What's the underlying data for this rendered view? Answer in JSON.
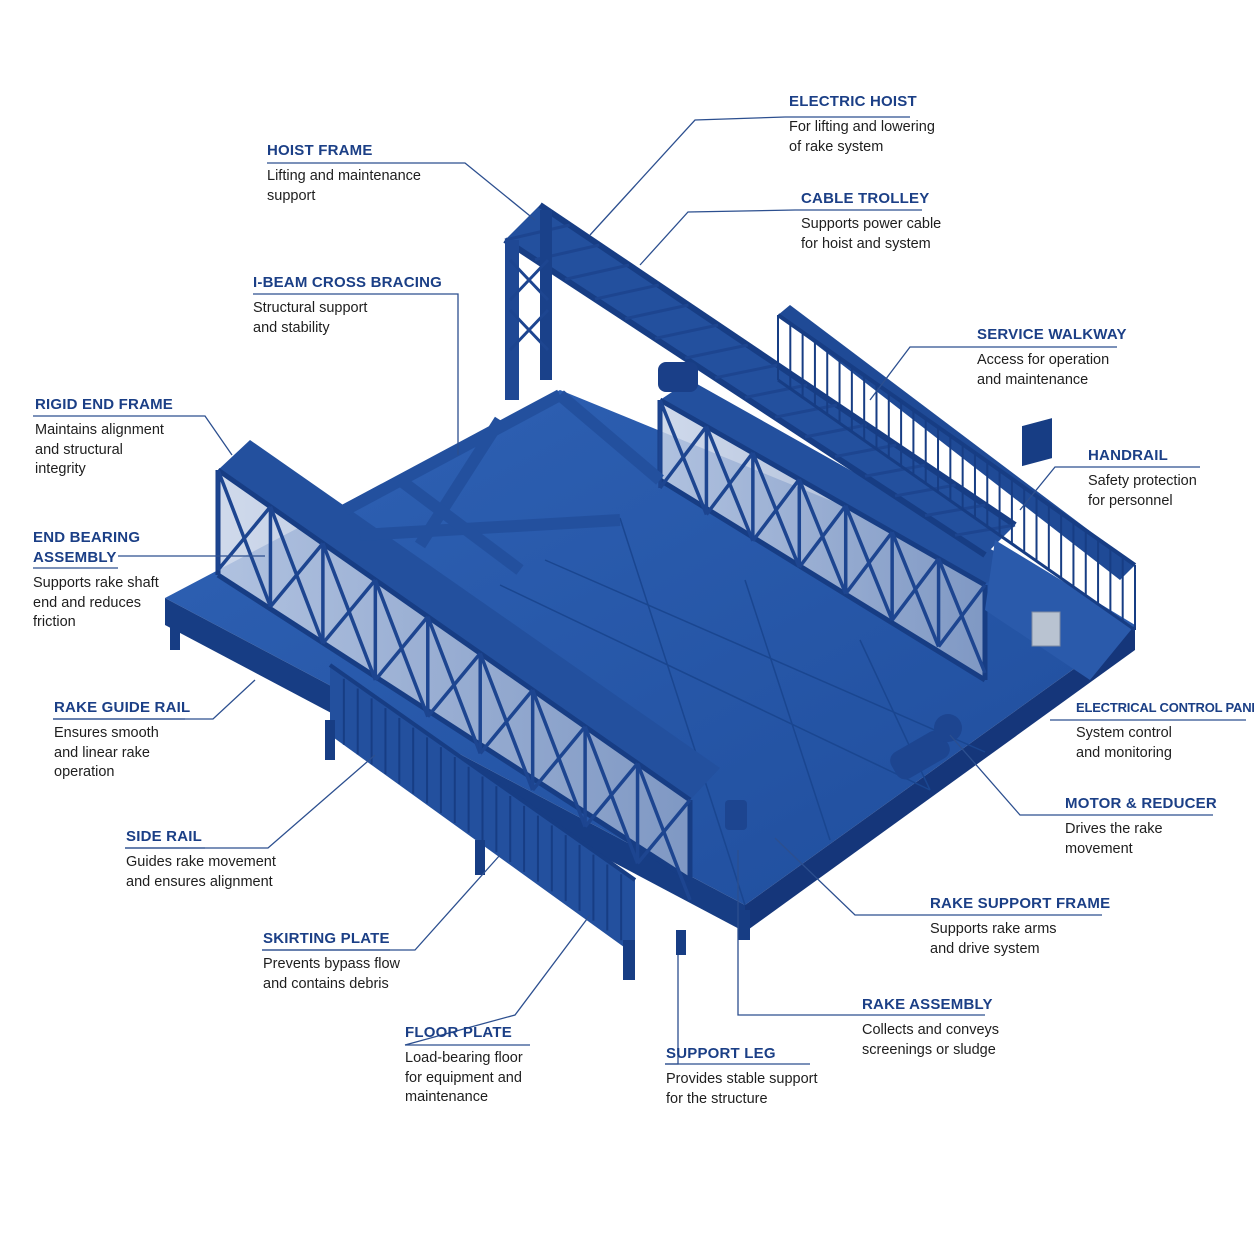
{
  "colors": {
    "steel_dark": "#173d84",
    "steel_mid": "#23509e",
    "steel_light": "#2f61b3",
    "panel": "#a9b9d6",
    "leader": "#2c4f8f",
    "title": "#1b3f86",
    "text": "#1e1e1e"
  },
  "labels": {
    "hoist_frame": {
      "title": "HOIST FRAME",
      "desc": "Lifting and maintenance\nsupport"
    },
    "electric_hoist": {
      "title": "ELECTRIC HOIST",
      "desc": "For lifting and lowering\nof rake system"
    },
    "cable_trolley": {
      "title": "CABLE TROLLEY",
      "desc": "Supports power cable\nfor hoist and system"
    },
    "ibeam_bracing": {
      "title": "I-BEAM CROSS BRACING",
      "desc": "Structural support\nand stability"
    },
    "service_walkway": {
      "title": "SERVICE WALKWAY",
      "desc": "Access for operation\nand maintenance"
    },
    "rigid_end_frame": {
      "title": "RIGID END FRAME",
      "desc": "Maintains alignment\nand structural\nintegrity"
    },
    "handrail": {
      "title": "HANDRAIL",
      "desc": "Safety protection\nfor personnel"
    },
    "end_bearing": {
      "title": "END BEARING\nASSEMBLY",
      "desc": "Supports rake shaft\nend and reduces\nfriction"
    },
    "electrical_panel": {
      "title": "ELECTRICAL CONTROL PANEL",
      "desc": "System control\nand monitoring"
    },
    "rake_guide_rail": {
      "title": "RAKE GUIDE RAIL",
      "desc": "Ensures smooth\nand linear rake\noperation"
    },
    "motor_reducer": {
      "title": "MOTOR & REDUCER",
      "desc": "Drives the rake\nmovement"
    },
    "side_rail": {
      "title": "SIDE RAIL",
      "desc": "Guides rake movement\nand ensures alignment"
    },
    "rake_support_frame": {
      "title": "RAKE SUPPORT FRAME",
      "desc": "Supports rake arms\nand drive system"
    },
    "skirting_plate": {
      "title": "SKIRTING PLATE",
      "desc": "Prevents bypass flow\nand contains debris"
    },
    "rake_assembly": {
      "title": "RAKE ASSEMBLY",
      "desc": "Collects and conveys\nscreenings or sludge"
    },
    "floor_plate": {
      "title": "FLOOR PLATE",
      "desc": "Load-bearing floor\nfor equipment and\nmaintenance"
    },
    "support_leg": {
      "title": "SUPPORT LEG",
      "desc": "Provides stable support\nfor the structure"
    }
  }
}
